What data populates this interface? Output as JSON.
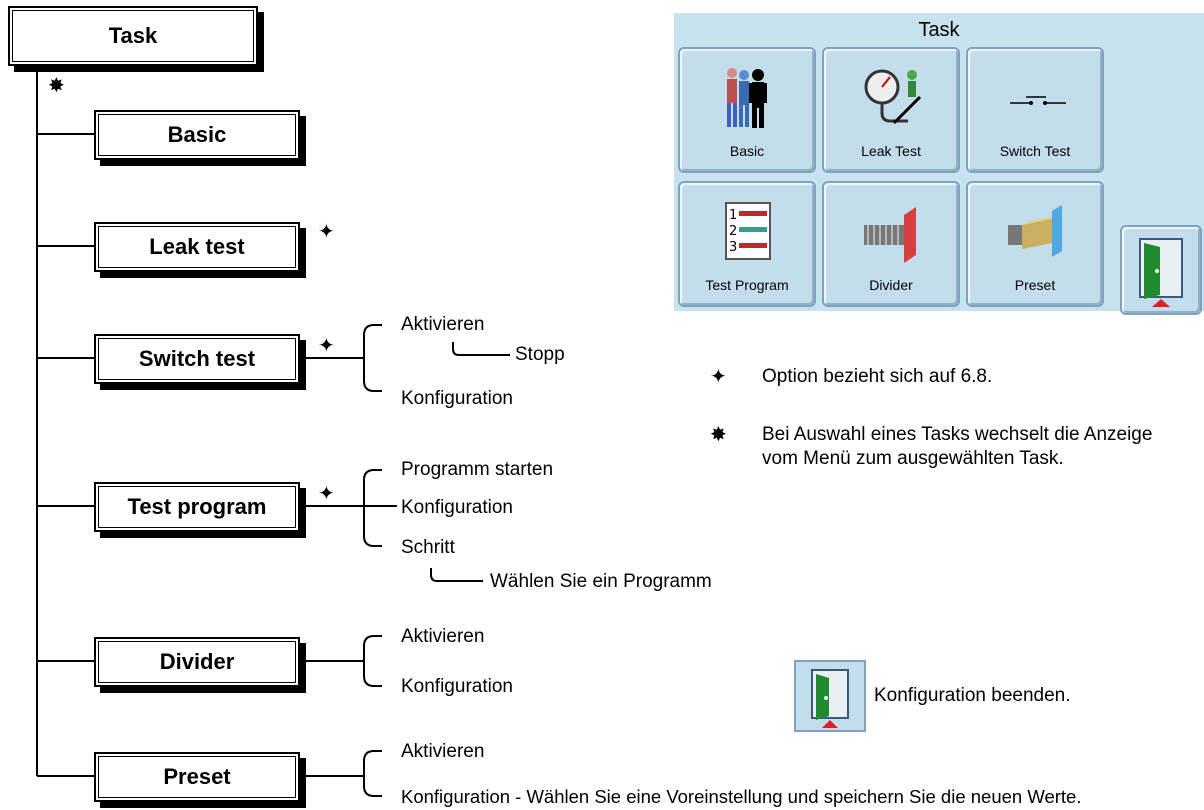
{
  "tree": {
    "root": "Task",
    "nodes": {
      "basic": "Basic",
      "leak_test": "Leak test",
      "switch_test": "Switch test",
      "test_program": "Test program",
      "divider": "Divider",
      "preset": "Preset"
    },
    "switch_test_items": {
      "activate": "Aktivieren",
      "stop": "Stopp",
      "config": "Konfiguration"
    },
    "test_program_items": {
      "start": "Programm starten",
      "config": "Konfiguration",
      "step": "Schritt",
      "select": "Wählen Sie ein Programm"
    },
    "divider_items": {
      "activate": "Aktivieren",
      "config": "Konfiguration"
    },
    "preset_items": {
      "activate": "Aktivieren",
      "config": "Konfiguration  - Wählen Sie eine Voreinstellung und speichern Sie die neuen Werte."
    },
    "symbols": {
      "star": "✸",
      "diamond": "✦"
    }
  },
  "device_screen": {
    "title": "Task",
    "tiles": [
      {
        "label": "Basic",
        "icon": "people-icon"
      },
      {
        "label": "Leak Test",
        "icon": "gauge-icon"
      },
      {
        "label": "Switch Test",
        "icon": "switch-icon"
      },
      {
        "label": "Test Program",
        "icon": "list-icon"
      },
      {
        "label": "Divider",
        "icon": "divider-icon"
      },
      {
        "label": "Preset",
        "icon": "preset-icon"
      }
    ],
    "exit_icon": "exit-door-icon"
  },
  "legend": {
    "diamond_text": "Option bezieht sich auf 6.8.",
    "star_text": "Bei Auswahl eines Tasks wechselt die Anzeige vom Menü zum ausgewählten Task.",
    "exit_text": "Konfiguration beenden."
  },
  "colors": {
    "panel_bg": "#c8e2f0",
    "tile_border": "#7ea3bd",
    "door_green": "#1f8a2e",
    "door_red": "#e02020"
  }
}
